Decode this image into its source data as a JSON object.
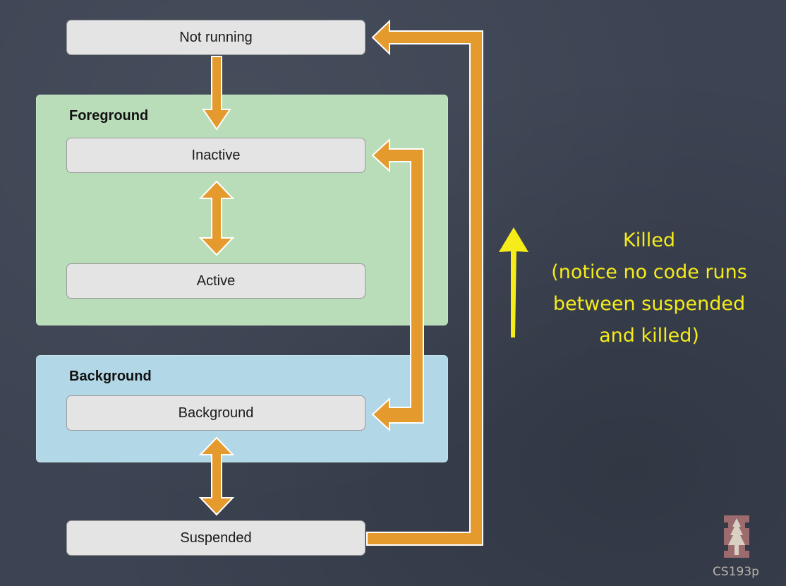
{
  "groups": {
    "foreground": "Foreground",
    "background": "Background"
  },
  "states": {
    "not_running": "Not running",
    "inactive": "Inactive",
    "active": "Active",
    "background": "Background",
    "suspended": "Suspended"
  },
  "note_lines": [
    "Killed",
    "(notice no code runs",
    "between suspended",
    "and killed)"
  ],
  "footer": "CS193p",
  "colors": {
    "arrow": "#e59a2e",
    "arrow_outline": "#ffffff",
    "note": "#f5ec1a",
    "foreground_group": "#b9ddb9",
    "background_group": "#b2d7e6"
  }
}
